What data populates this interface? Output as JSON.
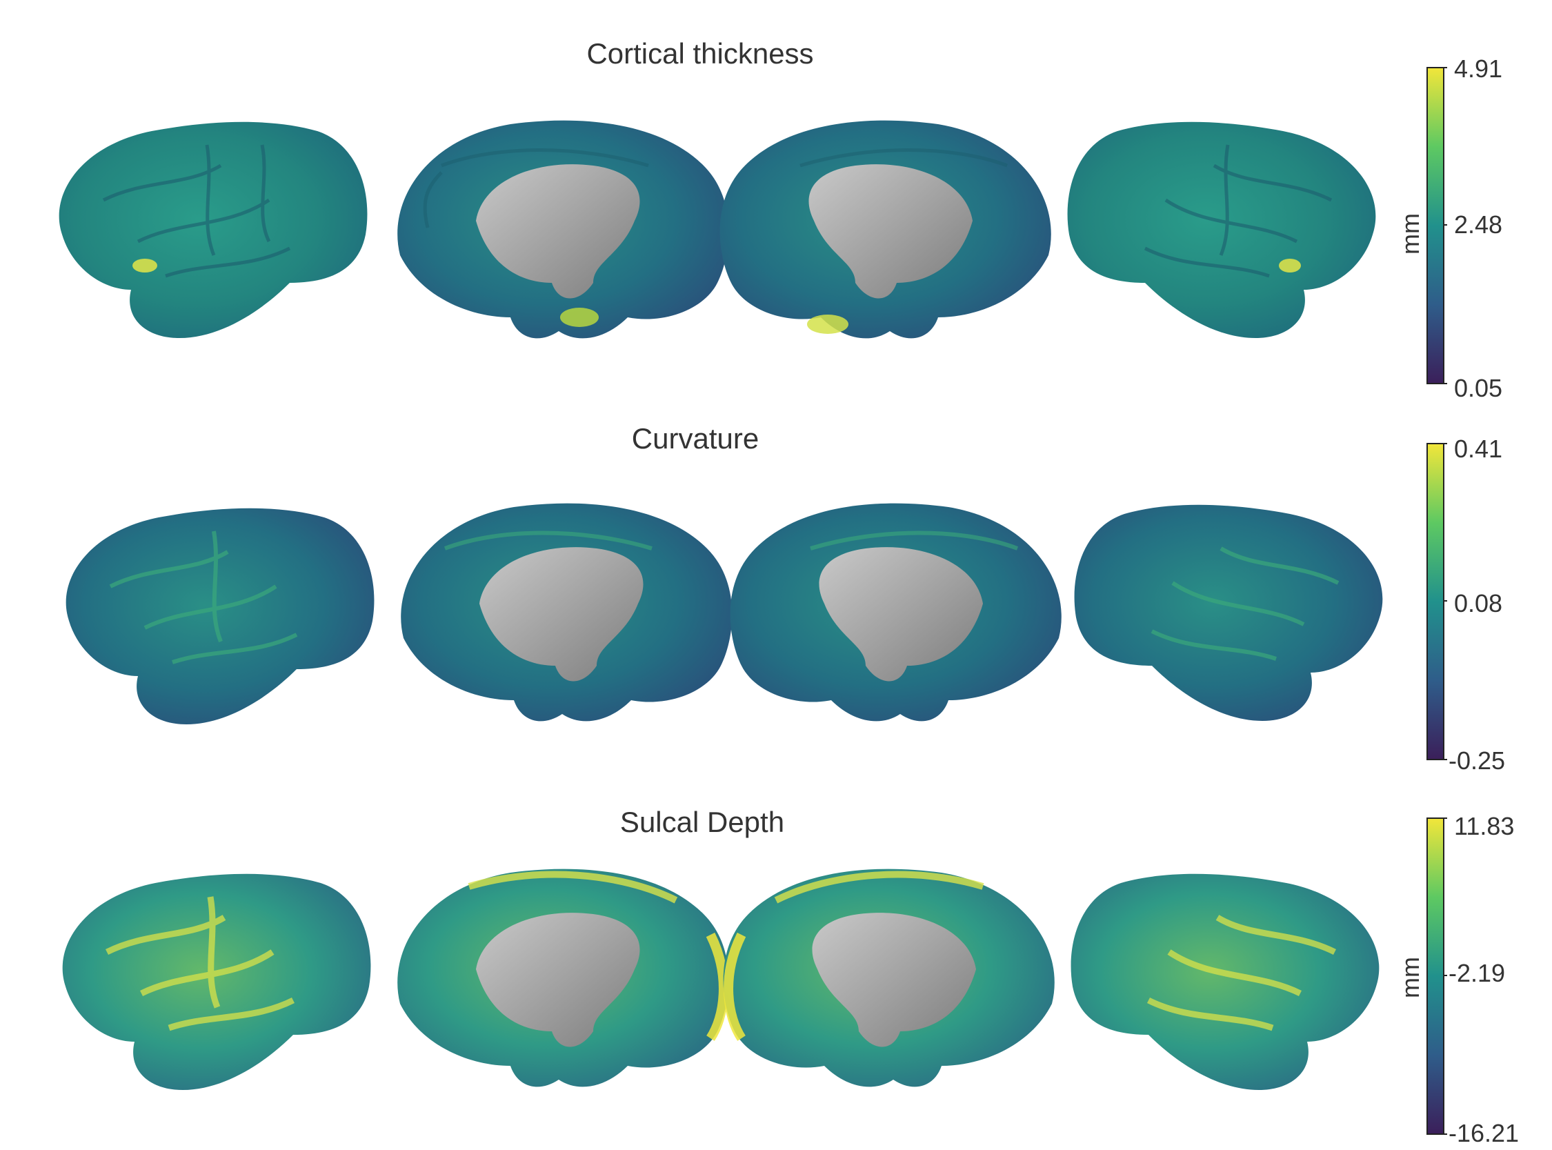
{
  "colors": {
    "viridis_low": "#3b1f5a",
    "viridis_mid_low": "#2f5d8a",
    "viridis_mid": "#21918c",
    "viridis_mid_high": "#5ec962",
    "viridis_high": "#f2e63a",
    "medial_wall": "#9a9a9a"
  },
  "panels": [
    {
      "title": "Cortical thickness",
      "colorbar": {
        "max": "4.91",
        "mid": "2.48",
        "min": "0.05",
        "unit": "mm"
      }
    },
    {
      "title": "Curvature",
      "colorbar": {
        "max": "0.41",
        "mid": "0.08",
        "min": "-0.25",
        "unit": ""
      }
    },
    {
      "title": "Sulcal Depth",
      "colorbar": {
        "max": "11.83",
        "mid": "-2.19",
        "min": "-16.21",
        "unit": "mm"
      }
    }
  ]
}
